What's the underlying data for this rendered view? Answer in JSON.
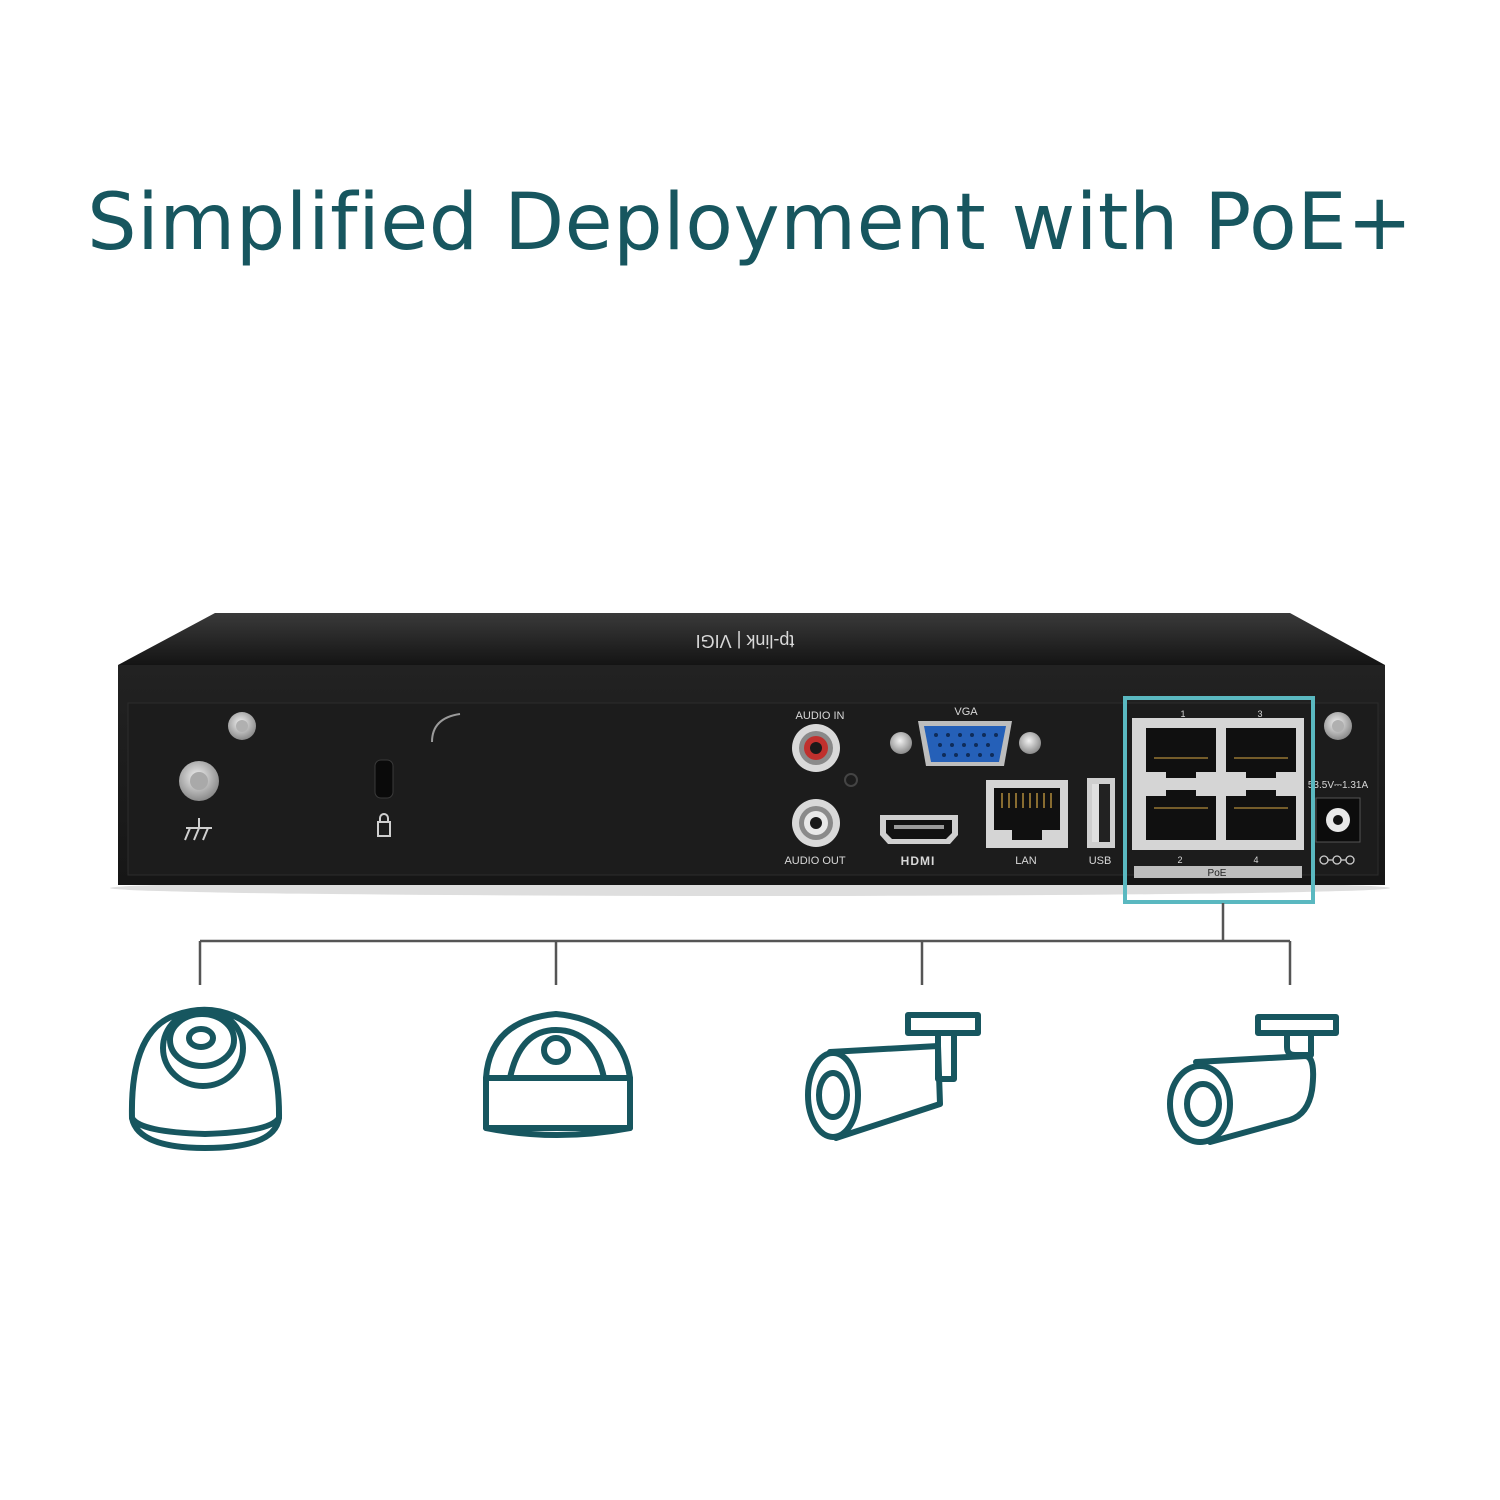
{
  "headline": "Simplified Deployment with PoE+",
  "device": {
    "top_logo": "tp-link | VIGI",
    "ports": {
      "audio_in": "AUDIO IN",
      "audio_out": "AUDIO OUT",
      "vga": "VGA",
      "hdmi": "HDMI",
      "lan": "LAN",
      "usb": "USB",
      "poe": "PoE",
      "poe_numbers": [
        "1",
        "3",
        "2",
        "4"
      ],
      "power_rating": "53.5V⎓1.31A"
    }
  },
  "cameras": [
    "dome-camera",
    "turret-camera",
    "bullet-camera",
    "bullet-camera"
  ],
  "colors": {
    "accent": "#17565f",
    "highlight": "#5ab8c0",
    "device": "#1b1b1b"
  }
}
